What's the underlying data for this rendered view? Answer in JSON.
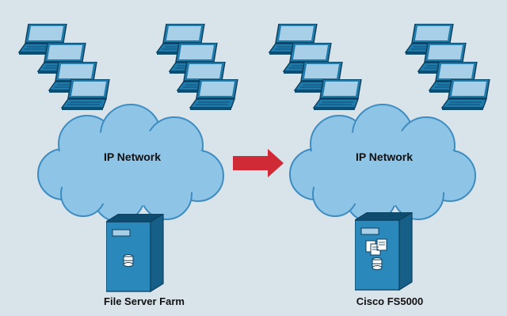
{
  "diagram": {
    "colors": {
      "background": "#d9e3ea",
      "laptop_body": "#1f7bab",
      "laptop_screen": "#a7cfe7",
      "laptop_outline": "#0c3f5c",
      "cloud_fill": "#8ec4e6",
      "cloud_edge": "#3d8cc1",
      "server_front": "#2b88bb",
      "server_side": "#165f89",
      "server_top": "#0f4d70",
      "arrow": "#cf2a35"
    },
    "left": {
      "network_label": "IP Network",
      "server_caption": "File Server Farm",
      "server_icon": "file-server-icon",
      "laptop_count": 8
    },
    "right": {
      "network_label": "IP Network",
      "server_caption": "Cisco FS5000",
      "server_icon": "wide-area-file-server-icon",
      "laptop_count": 8
    },
    "connector": {
      "direction": "left-to-right",
      "icon": "right-arrow-icon"
    }
  }
}
